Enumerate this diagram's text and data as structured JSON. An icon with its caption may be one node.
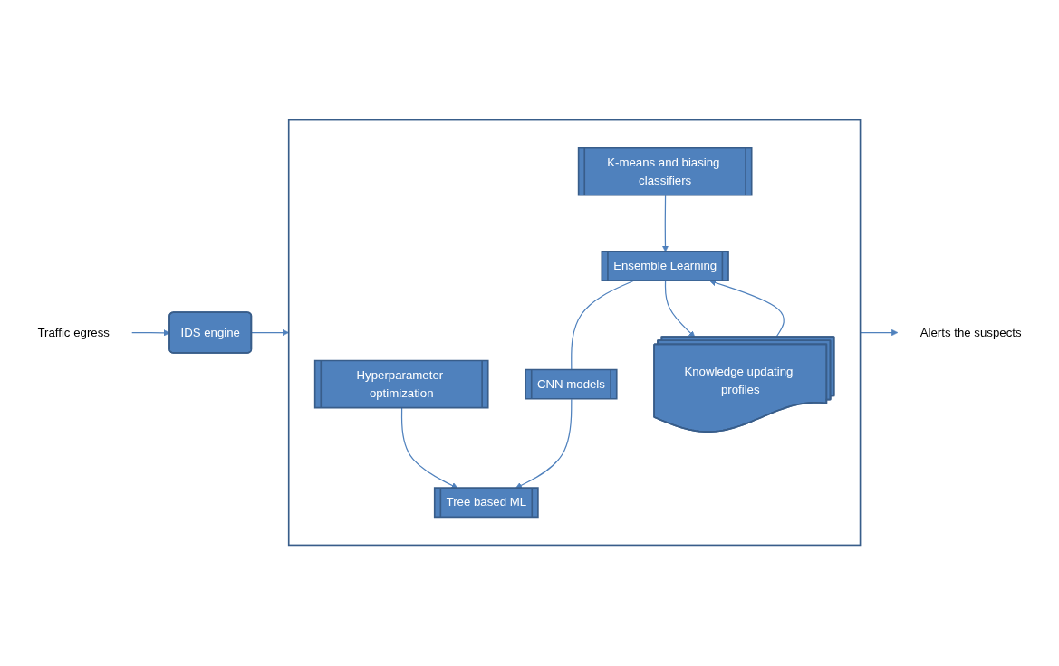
{
  "diagram": {
    "nodes": [
      {
        "text": [],
        "shape": "box"
      },
      {
        "text": [
          "Hyperparameter optimization"
        ],
        "in": 0
      },
      {
        "text": [
          "Tree based ML"
        ],
        "in": 0
      },
      {
        "text": [
          "CNN models"
        ],
        "in": 0
      },
      {
        "text": [
          "K-means and biasing classifiers"
        ],
        "in": 0
      },
      {
        "text": [
          "Ensemble Learning"
        ],
        "in": 0
      },
      {
        "text": [
          "Knowledge updating profiles"
        ],
        "in": 0
      },
      {
        "text": [
          "Alerts the suspects"
        ]
      },
      {
        "text": [
          "IDS engine"
        ]
      },
      {
        "text": [
          "Traffic egress"
        ]
      }
    ],
    "edges": [
      {
        "from": 1,
        "to": 2,
        "arrow": "to"
      },
      {
        "from": 3,
        "to": 2,
        "arrow": "to"
      },
      {
        "from": 5,
        "to": 3,
        "arrow": "none"
      },
      {
        "from": 4,
        "to": 5,
        "arrow": "to"
      },
      {
        "from": 6,
        "to": 5,
        "arrow": "to"
      },
      {
        "from": 5,
        "to": 6,
        "arrow": "to"
      },
      {
        "from": 8,
        "to": 0,
        "arrow": "to"
      },
      {
        "from": 0,
        "to": 7,
        "arrow": "to"
      },
      {
        "from": 9,
        "to": 8,
        "arrow": "to"
      }
    ]
  }
}
